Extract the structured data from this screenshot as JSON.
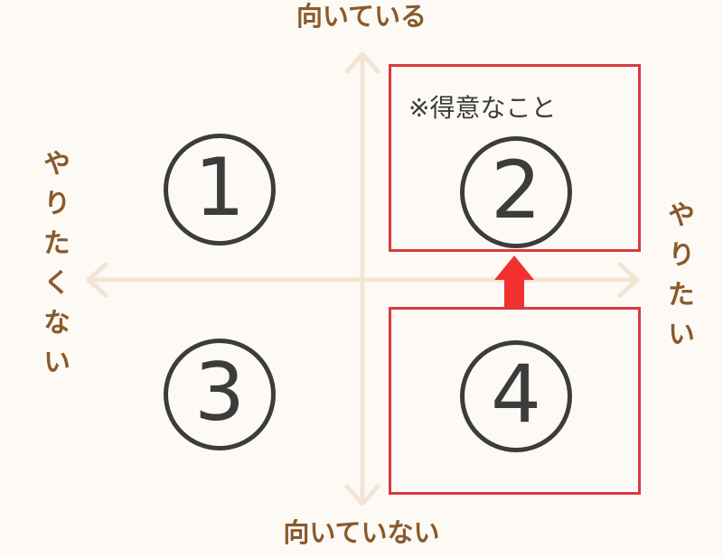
{
  "axes": {
    "top_label": "向いている",
    "bottom_label": "向いていない",
    "left_label": "やりたくない",
    "right_label": "やりたい"
  },
  "quadrants": [
    {
      "number": "1"
    },
    {
      "number": "2"
    },
    {
      "number": "3"
    },
    {
      "number": "4"
    }
  ],
  "note": "※得意なこと",
  "colors": {
    "axis": "#f3e4d4",
    "label": "#8a5a2c",
    "number": "#3c3c3c",
    "highlight": "#d9393e",
    "arrow": "#f23030",
    "background": "#fdfaf5"
  }
}
